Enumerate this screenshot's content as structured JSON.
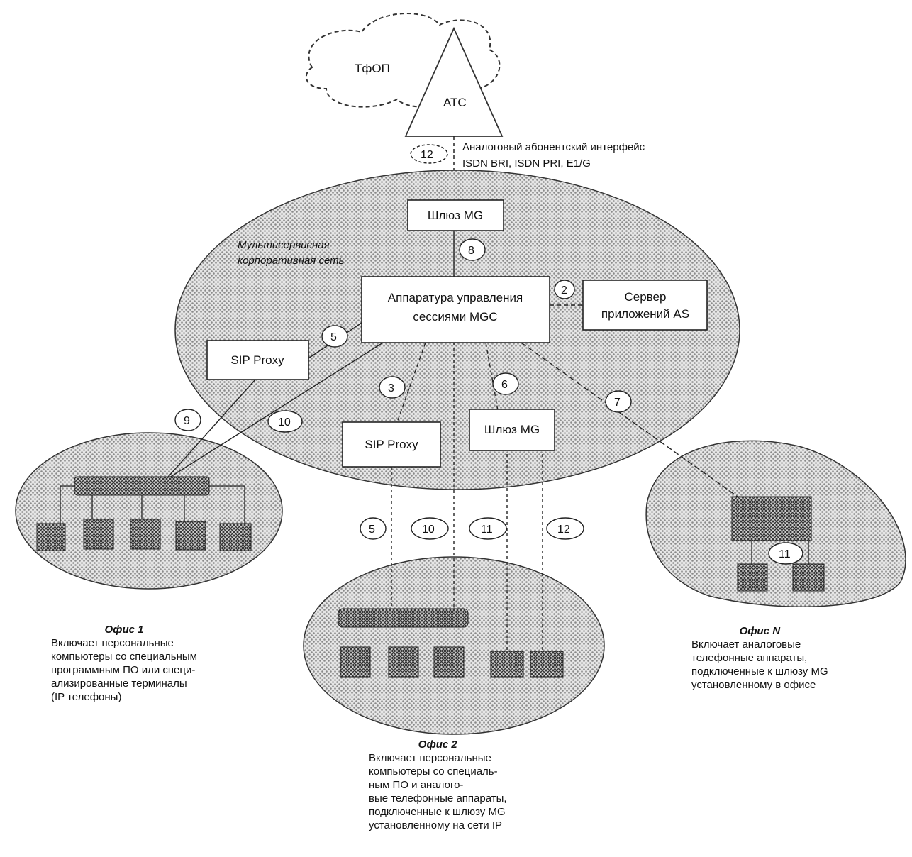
{
  "cloud": {
    "label": "ТфОП",
    "ats_label": "АТС"
  },
  "link12": {
    "number": "12",
    "desc": [
      "Аналоговый абонентский интерфейс",
      "ISDN BRI, ISDN PRI, E1/G"
    ]
  },
  "core": {
    "title": [
      "Мультисервисная",
      "корпоративная сеть"
    ],
    "mg_box": "Шлюз MG",
    "mgc_box": [
      "Аппаратура управления",
      "сессиями MGC"
    ],
    "as_box": [
      "Сервер",
      "приложений AS"
    ],
    "sip_proxy_1": "SIP Proxy",
    "sip_proxy_2": "SIP Proxy",
    "mg_box_2": "Шлюз MG"
  },
  "numbers": [
    "8",
    "2",
    "5",
    "3",
    "6",
    "7",
    "9",
    "10",
    "5",
    "10",
    "11",
    "12",
    "11"
  ],
  "offices": {
    "office1": {
      "title": "Офис 1",
      "lines": [
        "Включает персональные",
        "компьютеры со специальным",
        "программным ПО или специ-",
        "ализированные терминалы",
        "(IP телефоны)"
      ]
    },
    "office2": {
      "title": "Офис 2",
      "lines": [
        "Включает персональные",
        "компьютеры со специаль-",
        "ным ПО и аналого-",
        "вые телефонные аппараты,",
        "подключенные к шлюзу MG",
        "установленному на сети IP"
      ]
    },
    "officeN": {
      "title": "Офис N",
      "lines": [
        "Включает аналоговые",
        "телефонные аппараты,",
        "подключенные к шлюзу MG",
        "установленному в офисе"
      ]
    }
  },
  "colors": {
    "dots": "#9a9a9a",
    "hatch": "#555555",
    "line": "#222222"
  }
}
